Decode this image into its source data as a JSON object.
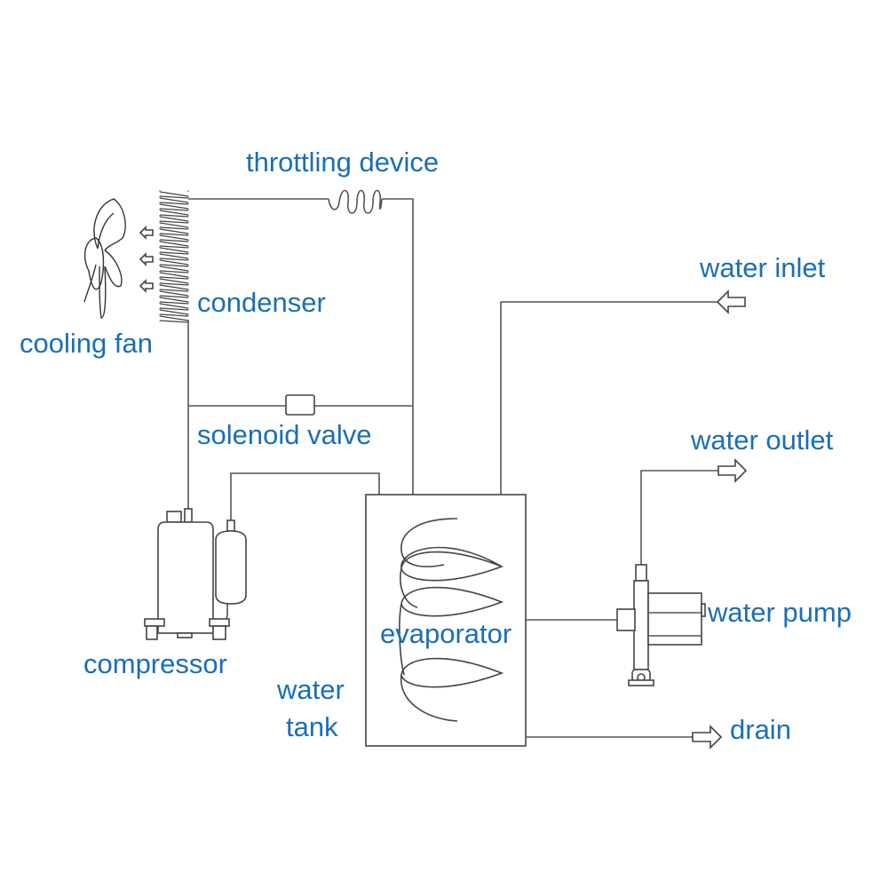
{
  "diagram": {
    "type": "refrigeration-water-chiller-schematic",
    "label_color": "#1a6fb5",
    "line_color": "#555555",
    "components": [
      {
        "id": "throttling-device",
        "label": "throttling device"
      },
      {
        "id": "condenser",
        "label": "condenser"
      },
      {
        "id": "cooling-fan",
        "label": "cooling fan"
      },
      {
        "id": "solenoid-valve",
        "label": "solenoid valve"
      },
      {
        "id": "compressor",
        "label": "compressor"
      },
      {
        "id": "evaporator",
        "label": "evaporator"
      },
      {
        "id": "water-tank",
        "label": "water\ntank"
      },
      {
        "id": "water-pump",
        "label": "water pump"
      }
    ],
    "ports": [
      {
        "id": "water-inlet",
        "label": "water inlet",
        "direction": "in"
      },
      {
        "id": "water-outlet",
        "label": "water outlet",
        "direction": "out"
      },
      {
        "id": "drain",
        "label": "drain",
        "direction": "out"
      }
    ],
    "connections": [
      [
        "condenser",
        "throttling-device"
      ],
      [
        "throttling-device",
        "evaporator"
      ],
      [
        "condenser",
        "solenoid-valve"
      ],
      [
        "solenoid-valve",
        "evaporator"
      ],
      [
        "condenser",
        "compressor"
      ],
      [
        "compressor",
        "evaporator"
      ],
      [
        "water-inlet",
        "water-tank"
      ],
      [
        "water-tank",
        "water-pump"
      ],
      [
        "water-pump",
        "water-outlet"
      ],
      [
        "water-tank",
        "drain"
      ]
    ]
  },
  "labels": {
    "throttling_device": "throttling device",
    "condenser": "condenser",
    "cooling_fan": "cooling fan",
    "solenoid_valve": "solenoid valve",
    "compressor": "compressor",
    "evaporator": "evaporator",
    "water_tank_line1": "water",
    "water_tank_line2": "tank",
    "water_inlet": "water inlet",
    "water_outlet": "water outlet",
    "water_pump": "water pump",
    "drain": "drain"
  }
}
